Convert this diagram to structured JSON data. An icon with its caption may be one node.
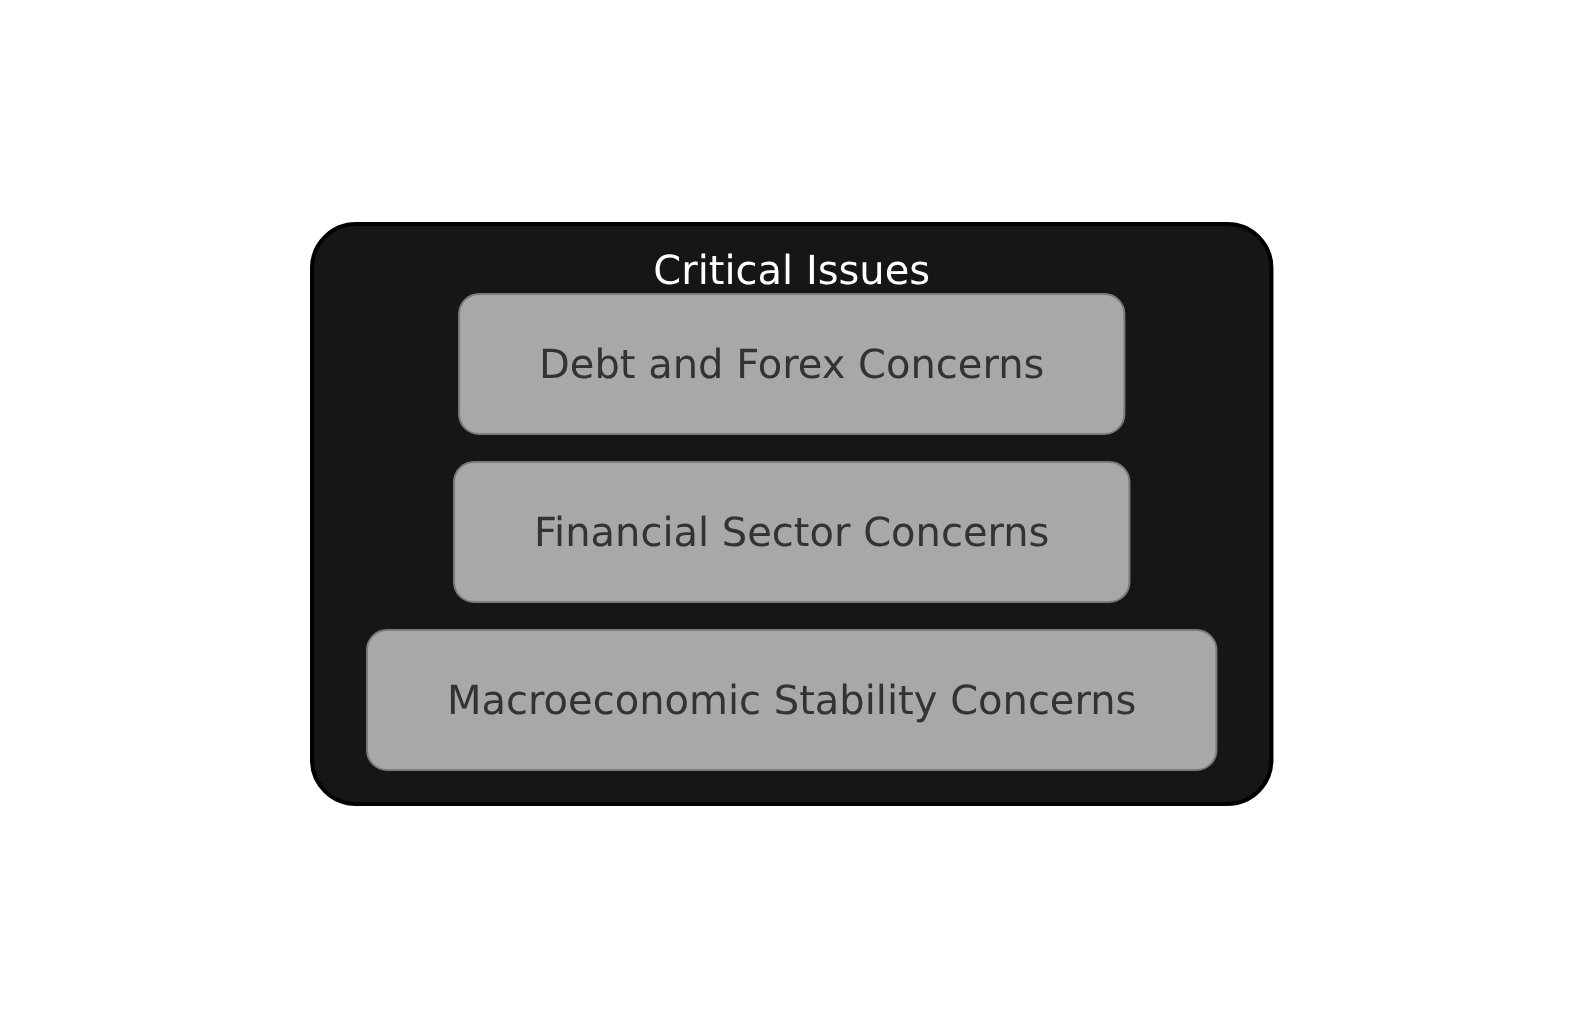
{
  "diagram": {
    "nodes": [
      {
        "text": [
          "Critical Issues"
        ]
      },
      {
        "text": [
          "Debt and Forex Concerns"
        ],
        "in": 0
      },
      {
        "text": [
          "Financial Sector Concerns"
        ],
        "in": 0
      },
      {
        "text": [
          "Macroeconomic Stability Concerns"
        ],
        "in": 0
      }
    ]
  }
}
